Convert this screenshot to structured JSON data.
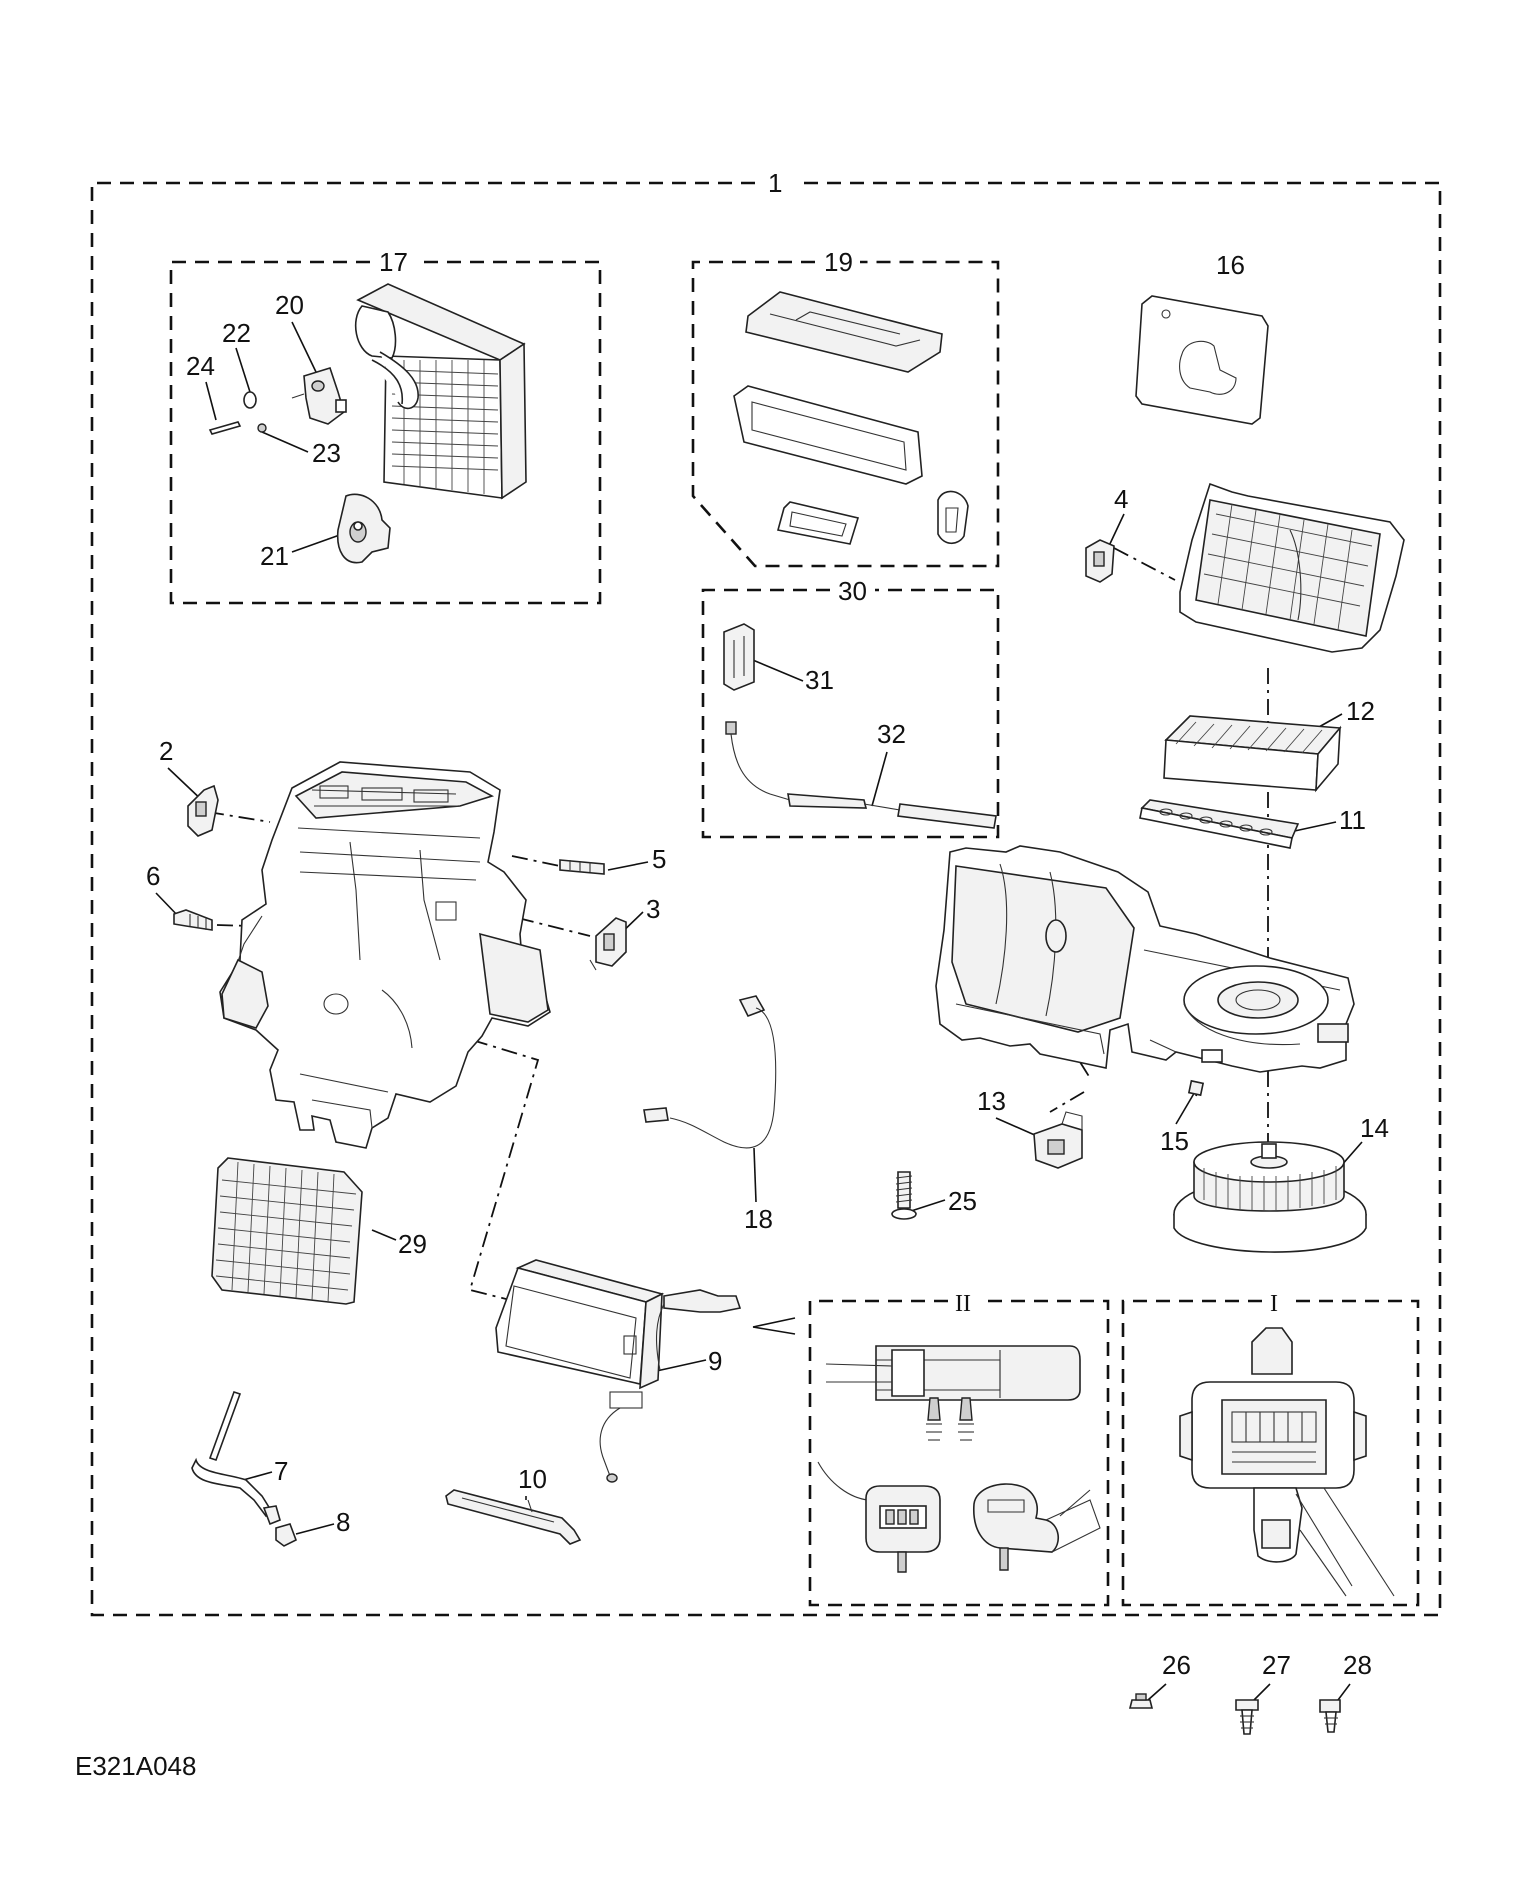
{
  "drawing_code": "E321A048",
  "callouts": {
    "c1": "1",
    "c2": "2",
    "c3": "3",
    "c4": "4",
    "c5": "5",
    "c6": "6",
    "c7": "7",
    "c8": "8",
    "c9": "9",
    "c10": "10",
    "c11": "11",
    "c12": "12",
    "c13": "13",
    "c14": "14",
    "c15": "15",
    "c16": "16",
    "c17": "17",
    "c18": "18",
    "c19": "19",
    "c20": "20",
    "c21": "21",
    "c22": "22",
    "c23": "23",
    "c24": "24",
    "c25": "25",
    "c26": "26",
    "c27": "27",
    "c28": "28",
    "c29": "29",
    "c30": "30",
    "c31": "31",
    "c32": "32"
  },
  "detail_views": {
    "detail_1": "I",
    "detail_2": "II"
  }
}
